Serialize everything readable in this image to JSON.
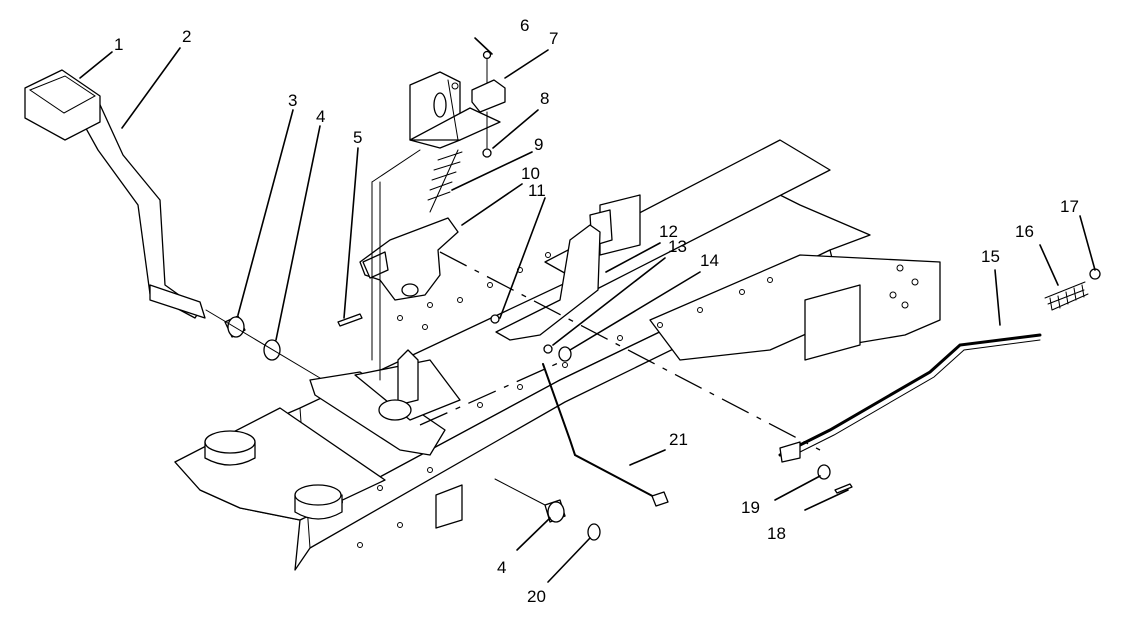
{
  "callouts": {
    "c1": "1",
    "c2": "2",
    "c3": "3",
    "c4a": "4",
    "c5": "5",
    "c6": "6",
    "c7": "7",
    "c8": "8",
    "c9": "9",
    "c10": "10",
    "c11": "11",
    "c12": "12",
    "c13": "13",
    "c14": "14",
    "c15": "15",
    "c16": "16",
    "c17": "17",
    "c18": "18",
    "c19": "19",
    "c4b": "4",
    "c20": "20",
    "c21": "21"
  }
}
